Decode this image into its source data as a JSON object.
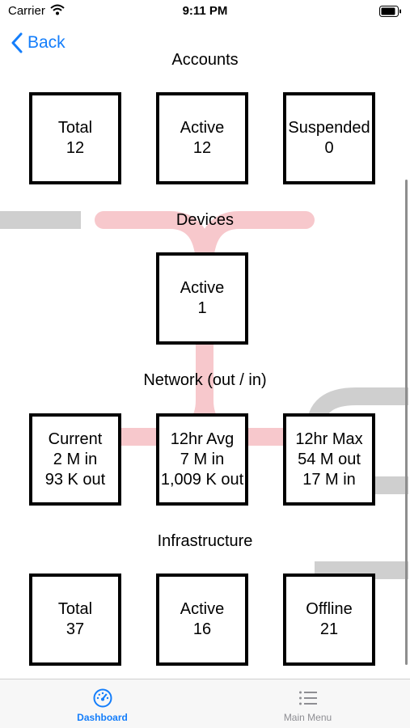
{
  "status_bar": {
    "carrier": "Carrier",
    "time": "9:11 PM"
  },
  "nav": {
    "back_label": "Back"
  },
  "sections": {
    "accounts": {
      "title": "Accounts",
      "tiles": [
        {
          "label": "Total",
          "value": "12"
        },
        {
          "label": "Active",
          "value": "12"
        },
        {
          "label": "Suspended",
          "value": "0"
        }
      ]
    },
    "devices": {
      "title": "Devices",
      "tiles": [
        {
          "label": "Active",
          "value": "1"
        }
      ]
    },
    "network": {
      "title": "Network (out / in)",
      "tiles": [
        {
          "label": "Current",
          "line1": "2 M in",
          "line2": "93 K out"
        },
        {
          "label": "12hr Avg",
          "line1": "7 M in",
          "line2": "1,009 K out"
        },
        {
          "label": "12hr Max",
          "line1": "54 M out",
          "line2": "17 M in"
        }
      ]
    },
    "infrastructure": {
      "title": "Infrastructure",
      "tiles": [
        {
          "label": "Total",
          "value": "37"
        },
        {
          "label": "Active",
          "value": "16"
        },
        {
          "label": "Offline",
          "value": "21"
        }
      ]
    }
  },
  "tab_bar": {
    "tabs": [
      {
        "label": "Dashboard",
        "icon": "dashboard-gauge-icon",
        "active": true
      },
      {
        "label": "Main Menu",
        "icon": "list-icon",
        "active": false
      }
    ]
  },
  "colors": {
    "accent": "#147efb",
    "pink_line": "#f7c8cc",
    "gray_line": "#c8c8c8",
    "inactive_tab": "#8e8e93"
  }
}
